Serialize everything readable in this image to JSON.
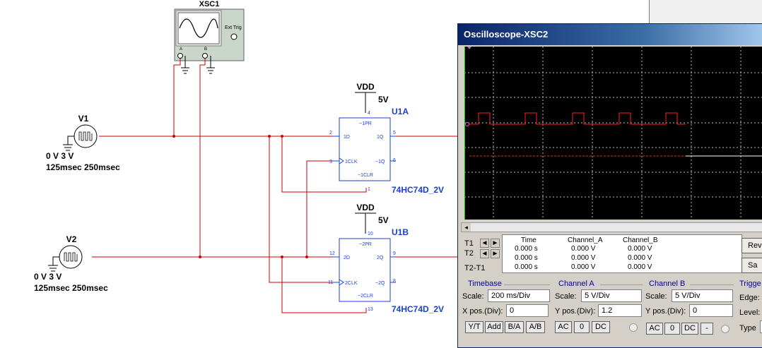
{
  "xsc1": {
    "name": "XSC1",
    "ext_trig": "Ext Trig",
    "ch_a": "A",
    "ch_b": "B"
  },
  "v1": {
    "name": "V1",
    "line1": "0 V 3 V",
    "line2": "125msec 250msec"
  },
  "v2": {
    "name": "V2",
    "line1": "0 V 3 V",
    "line2": "125msec 250msec"
  },
  "u1a": {
    "vdd": "VDD",
    "volt": "5V",
    "name": "U1A",
    "part": "74HC74D_2V",
    "pins": {
      "pr_num": "4",
      "pr": "~1PR",
      "d_num": "2",
      "d": "1D",
      "q_num": "5",
      "q": "1Q",
      "clk_num": "3",
      "clk": "1CLK",
      "qn_num": "6",
      "qn": "~1Q",
      "clr": "~1CLR",
      "clr_num": "1"
    }
  },
  "u1b": {
    "vdd": "VDD",
    "volt": "5V",
    "name": "U1B",
    "part": "74HC74D_2V",
    "pins": {
      "pr_num": "10",
      "pr": "~2PR",
      "d_num": "12",
      "d": "2D",
      "q_num": "9",
      "q": "2Q",
      "clk_num": "11",
      "clk": "2CLK",
      "qn_num": "8",
      "qn": "~2Q",
      "clr": "~2CLR",
      "clr_num": "13"
    }
  },
  "scope": {
    "title": "Oscilloscope-XSC2",
    "readout": {
      "headers": {
        "time": "Time",
        "cha": "Channel_A",
        "chb": "Channel_B"
      },
      "rows": [
        {
          "label": "T1",
          "time": "0.000 s",
          "cha": "0.000 V",
          "chb": "0.000 V"
        },
        {
          "label": "T2",
          "time": "0.000 s",
          "cha": "0.000 V",
          "chb": "0.000 V"
        },
        {
          "label": "T2-T1",
          "time": "0.000 s",
          "cha": "0.000 V",
          "chb": "0.000 V"
        }
      ]
    },
    "reverse_label": "Rev",
    "save_label": "Sa",
    "timebase": {
      "title": "Timebase",
      "scale_label": "Scale:",
      "scale": "200 ms/Div",
      "xpos_label": "X pos.(Div):",
      "xpos": "0",
      "buttons": [
        "Y/T",
        "Add",
        "B/A",
        "A/B"
      ]
    },
    "channel_a": {
      "title": "Channel A",
      "scale_label": "Scale:",
      "scale": "5  V/Div",
      "ypos_label": "Y pos.(Div):",
      "ypos": "1.2",
      "buttons": [
        "AC",
        "0",
        "DC"
      ]
    },
    "channel_b": {
      "title": "Channel B",
      "scale_label": "Scale:",
      "scale": "5  V/Div",
      "ypos_label": "Y pos.(Div):",
      "ypos": "0",
      "buttons": [
        "AC",
        "0",
        "DC",
        "-"
      ]
    },
    "trigger": {
      "title": "Trigge",
      "edge_label": "Edge:",
      "level_label": "Level:",
      "type_label": "Type"
    },
    "trace_colors": {
      "channel_a": "#ff2020",
      "channel_b": "#ffffff",
      "grid": "#c0c0c0"
    }
  }
}
